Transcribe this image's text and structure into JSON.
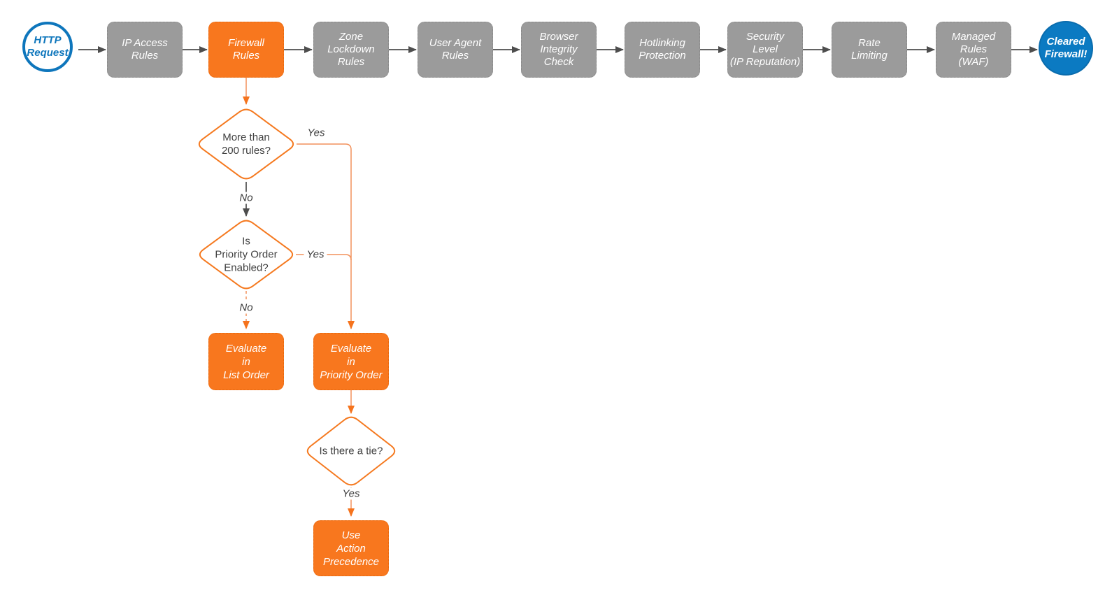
{
  "colors": {
    "stage_gray": "#9B9B9B",
    "node_orange": "#F8771E",
    "diamond_border_orange": "#F5791F",
    "connector_orange": "#F2915B",
    "connector_dark": "#4D4D4D",
    "blue_outline": "#0E76BC",
    "blue_fill": "#0B7AC2",
    "text_white": "#FFFFFF",
    "text_dark": "#404040"
  },
  "start_node": {
    "lines": [
      "HTTP",
      "Request"
    ]
  },
  "end_node": {
    "lines": [
      "Cleared",
      "Firewall!"
    ]
  },
  "stages": [
    {
      "lines": [
        "IP Access",
        "Rules"
      ]
    },
    {
      "lines": [
        "Firewall",
        "Rules"
      ]
    },
    {
      "lines": [
        "Zone",
        "Lockdown",
        "Rules"
      ]
    },
    {
      "lines": [
        "User Agent",
        "Rules"
      ]
    },
    {
      "lines": [
        "Browser",
        "Integrity",
        "Check"
      ]
    },
    {
      "lines": [
        "Hotlinking",
        "Protection"
      ]
    },
    {
      "lines": [
        "Security",
        "Level",
        "(IP Reputation)"
      ]
    },
    {
      "lines": [
        "Rate",
        "Limiting"
      ]
    },
    {
      "lines": [
        "Managed",
        "Rules",
        "(WAF)"
      ]
    }
  ],
  "decisions": {
    "rules_count": {
      "lines": [
        "More than",
        "200 rules?"
      ]
    },
    "priority_enabled": {
      "lines": [
        "Is",
        "Priority Order",
        "Enabled?"
      ]
    },
    "tie": {
      "lines": [
        "Is there a tie?"
      ]
    }
  },
  "edge_labels": {
    "yes1": "Yes",
    "no1": "No",
    "yes2": "Yes",
    "no2": "No",
    "yes3": "Yes"
  },
  "actions": {
    "evaluate_list": {
      "lines": [
        "Evaluate",
        "in",
        "List Order"
      ]
    },
    "evaluate_priority": {
      "lines": [
        "Evaluate",
        "in",
        "Priority Order"
      ]
    },
    "action_precedence": {
      "lines": [
        "Use",
        "Action",
        "Precedence"
      ]
    }
  }
}
